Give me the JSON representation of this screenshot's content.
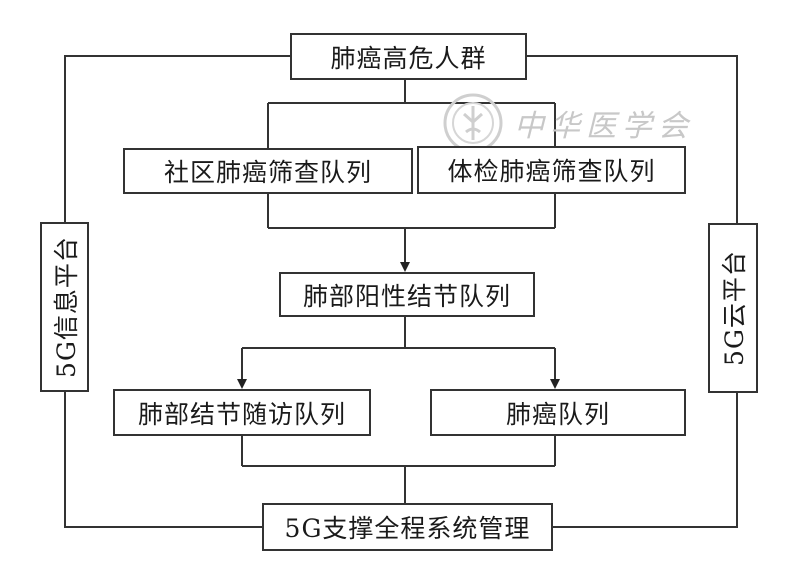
{
  "nodes": {
    "high_risk": "肺癌高危人群",
    "community_screening": "社区肺癌筛查队列",
    "physical_exam_screening": "体检肺癌筛查队列",
    "positive_nodule": "肺部阳性结节队列",
    "nodule_followup": "肺部结节随访队列",
    "lung_cancer": "肺癌队列",
    "support_system": "5G支撑全程系统管理",
    "info_platform": "5G信息平台",
    "cloud_platform": "5G云平台"
  },
  "watermark": {
    "text": "中华医学会",
    "icon": "association-seal-icon"
  }
}
